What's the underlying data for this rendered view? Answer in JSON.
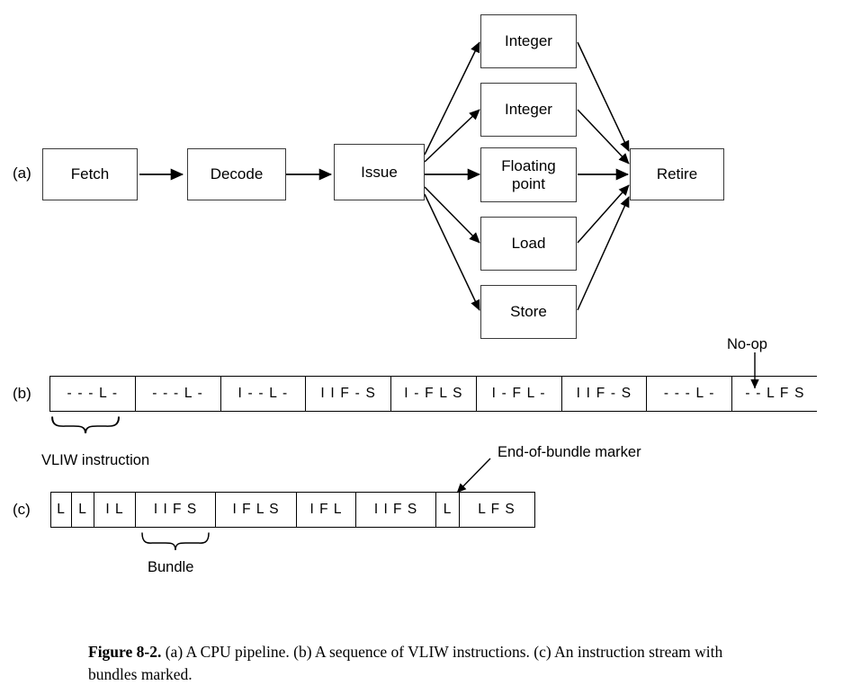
{
  "figure": {
    "number_label": "Figure 8-2.",
    "caption_text": " (a) A CPU pipeline. (b) A sequence of VLIW instructions. (c) An instruction stream with bundles marked."
  },
  "panel_a": {
    "row_label": "(a)",
    "stages": [
      {
        "id": "fetch",
        "label": "Fetch"
      },
      {
        "id": "decode",
        "label": "Decode"
      },
      {
        "id": "issue",
        "label": "Issue"
      },
      {
        "id": "retire",
        "label": "Retire"
      }
    ],
    "functional_units": [
      {
        "id": "integer-1",
        "label": "Integer"
      },
      {
        "id": "integer-2",
        "label": "Integer"
      },
      {
        "id": "floating-point",
        "label": "Floating\npoint"
      },
      {
        "id": "load",
        "label": "Load"
      },
      {
        "id": "store",
        "label": "Store"
      }
    ]
  },
  "panel_b": {
    "row_label": "(b)",
    "brace_label": "VLIW instruction",
    "noop_label": "No-op",
    "cells": [
      "- - - L -",
      "- - - L -",
      "I - - L -",
      "I I F - S",
      "I - F L S",
      "I - F L -",
      "I I F - S",
      "- - - L -",
      "- - L F S"
    ]
  },
  "panel_c": {
    "row_label": "(c)",
    "brace_label": "Bundle",
    "marker_label": "End-of-bundle marker",
    "cells": [
      {
        "text": "L",
        "width": 23
      },
      {
        "text": "L",
        "width": 25
      },
      {
        "text": "I L",
        "width": 46
      },
      {
        "text": "I I F S",
        "width": 89
      },
      {
        "text": "I F L S",
        "width": 90
      },
      {
        "text": "I F L",
        "width": 66
      },
      {
        "text": "I I F S",
        "width": 89
      },
      {
        "text": "L",
        "width": 26
      },
      {
        "text": "L F S",
        "width": 82
      }
    ]
  },
  "colors": {
    "stroke": "#000000",
    "box_border": "#3a3a3a",
    "background": "#ffffff",
    "text": "#000000"
  }
}
